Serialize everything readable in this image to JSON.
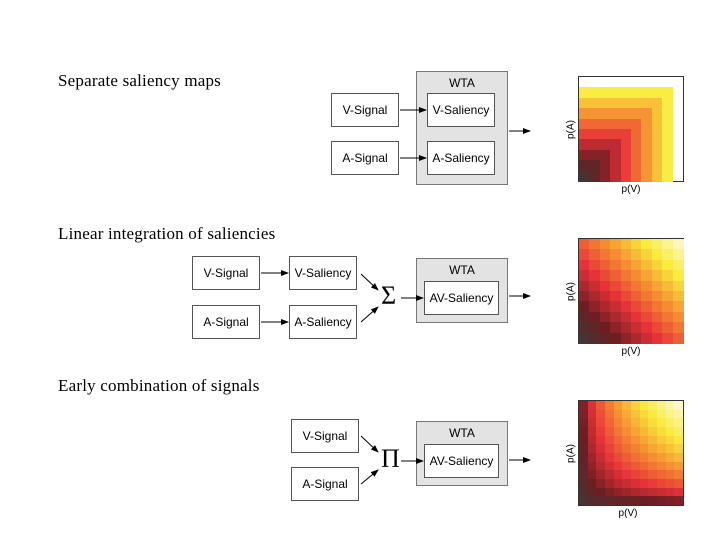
{
  "sections": [
    {
      "title": "Separate saliency maps",
      "v_signal": "V-Signal",
      "a_signal": "A-Signal",
      "wta": "WTA",
      "v_saliency": "V-Saliency",
      "a_saliency": "A-Saliency",
      "xlabel": "p(V)",
      "ylabel": "p(A)"
    },
    {
      "title": "Linear integration of saliencies",
      "v_signal": "V-Signal",
      "a_signal": "A-Signal",
      "v_saliency": "V-Saliency",
      "a_saliency": "A-Saliency",
      "operator": "Σ",
      "wta": "WTA",
      "av_saliency": "AV-Saliency",
      "xlabel": "p(V)",
      "ylabel": "p(A)"
    },
    {
      "title": "Early combination of signals",
      "v_signal": "V-Signal",
      "a_signal": "A-Signal",
      "operator": "Π",
      "wta": "WTA",
      "av_saliency": "AV-Saliency",
      "xlabel": "p(V)",
      "ylabel": "p(A)"
    }
  ],
  "colors": {
    "wta_bg": "#e3e3e3",
    "heat_low": "#3a3a3a",
    "heat_mid": "#e8323a",
    "heat_high": "#fff8e0"
  }
}
